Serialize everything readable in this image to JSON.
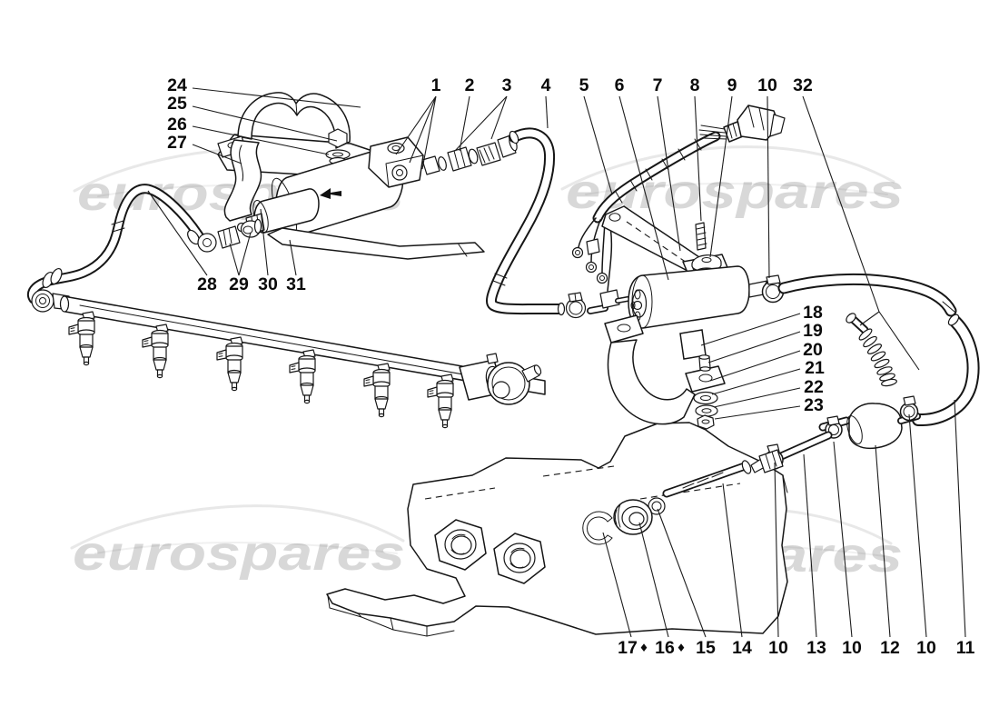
{
  "watermark": {
    "text": "eurospares"
  },
  "callouts": {
    "top_row": [
      "1",
      "2",
      "3",
      "4",
      "5",
      "6",
      "7",
      "8",
      "9",
      "10",
      "32"
    ],
    "left_group": [
      "24",
      "25",
      "26",
      "27"
    ],
    "pump_group": [
      "28",
      "29",
      "30",
      "31"
    ],
    "bracket_group": [
      "18",
      "19",
      "20",
      "21",
      "22",
      "23"
    ],
    "bottom_row": [
      "17",
      "16",
      "15",
      "14",
      "10",
      "13",
      "10",
      "12",
      "10",
      "11"
    ],
    "diamond": "♦"
  }
}
